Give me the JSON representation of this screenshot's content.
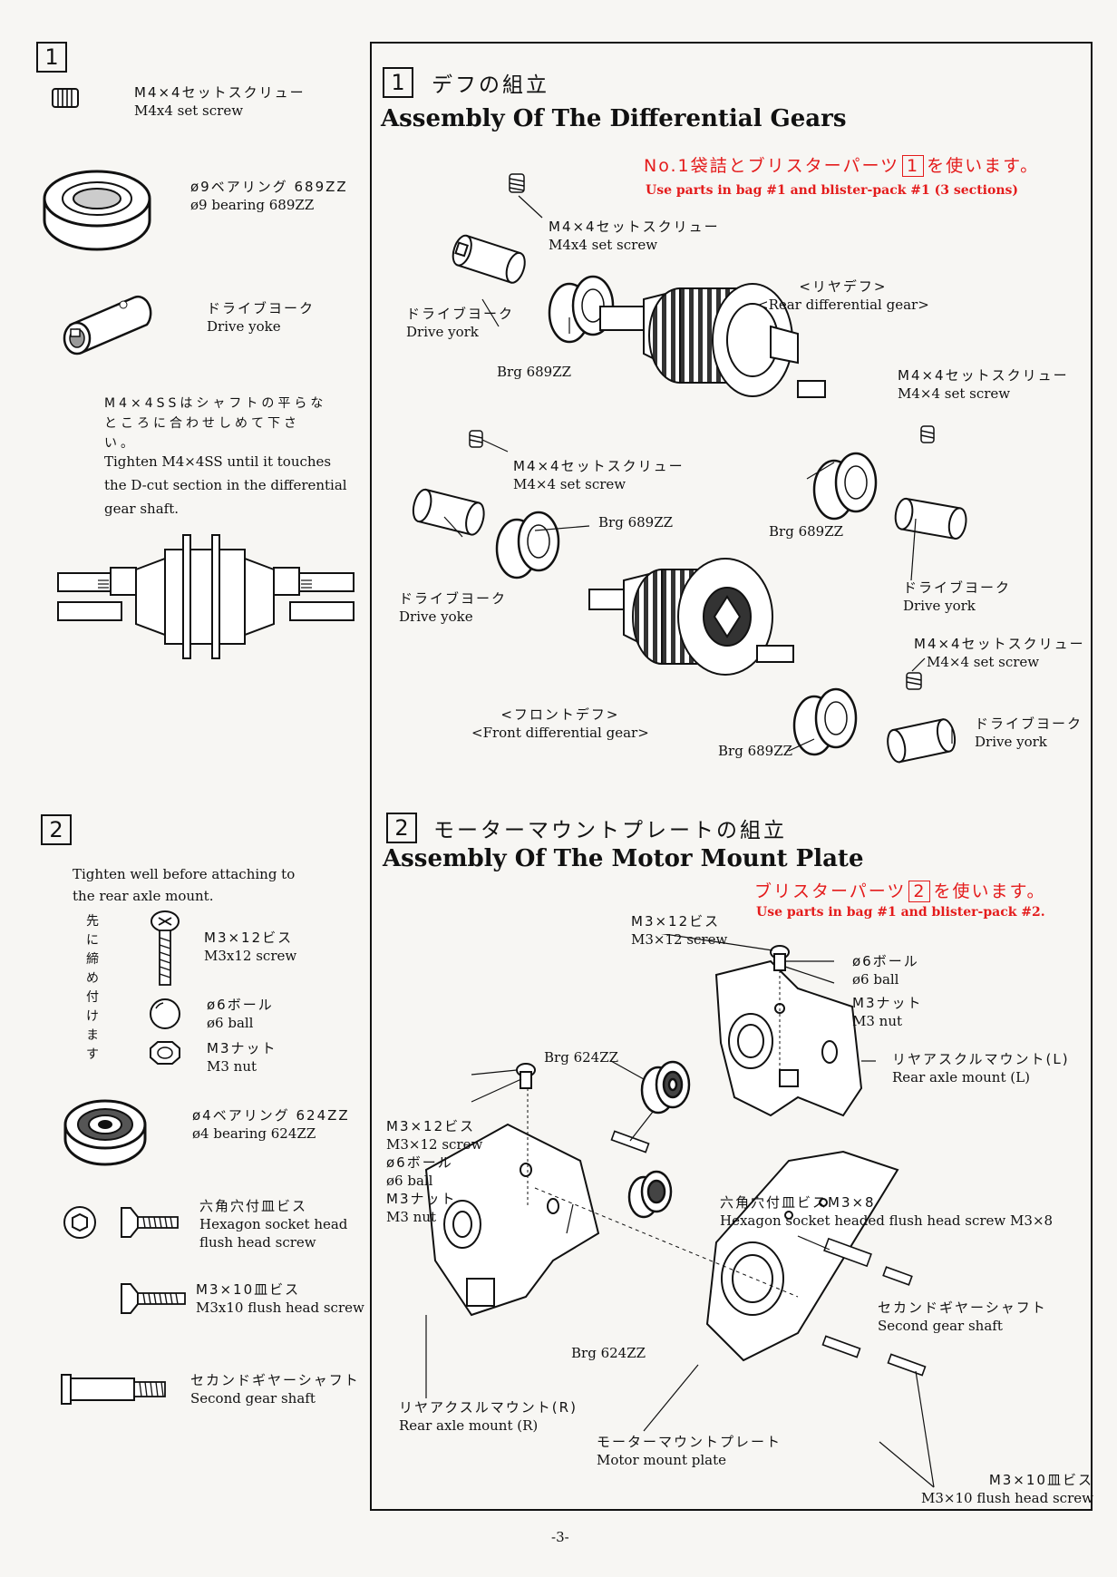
{
  "left_col": {
    "s1_num": "1",
    "set_screw_jp": "M4×4セットスクリュー",
    "set_screw_en": "M4x4 set screw",
    "bearing_jp": "ø9ベアリング 689ZZ",
    "bearing_en": "ø9 bearing 689ZZ",
    "yoke_jp": "ドライブヨーク",
    "yoke_en": "Drive yoke",
    "note_jp": "M4×4SSはシャフトの平らなところに合わせしめて下さい。",
    "note_en": "Tighten M4×4SS until it touches the D-cut section in the differential gear shaft.",
    "s2_num": "2",
    "tighten_note": "Tighten well before attaching to the rear axle mount.",
    "vertical_jp": [
      "先",
      "に",
      "締",
      "め",
      "付",
      "け",
      "ま",
      "す"
    ],
    "m3x12_jp": "M3×12ビス",
    "m3x12_en": "M3x12 screw",
    "ball_jp": "ø6ボール",
    "ball_en": "ø6 ball",
    "nut_jp": "M3ナット",
    "nut_en": "M3 nut",
    "bearing4_jp": "ø4ベアリング 624ZZ",
    "bearing4_en": "ø4 bearing 624ZZ",
    "hex_jp": "六角穴付皿ビス",
    "hex_en1": "Hexagon socket head",
    "hex_en2": "flush head screw",
    "m3x10_jp": "M3×10皿ビス",
    "m3x10_en": "M3x10 flush head screw",
    "shaft_jp": "セカンドギヤーシャフト",
    "shaft_en": "Second gear shaft"
  },
  "sec1": {
    "num": "1",
    "title_jp": "デフの組立",
    "title_en": "Assembly Of The Differential Gears",
    "red_jp_a": "No.1袋詰とブリスターパーツ",
    "red_jp_box": "1",
    "red_jp_b": "を使います。",
    "red_en": "Use parts in bag #1 and blister-pack #1 (3 sections)",
    "ss_jp": "M4×4セットスクリュー",
    "ss_en1": "M4x4 set screw",
    "ss_en2": "M4×4 set screw",
    "rear_jp": "<リヤデフ>",
    "rear_en": "<Rear differential gear>",
    "york_jp": "ドライブヨーク",
    "york_en": "Drive york",
    "yoke_en": "Drive yoke",
    "brg": "Brg 689ZZ",
    "front_jp": "<フロントデフ>",
    "front_en": "<Front differential gear>"
  },
  "sec2": {
    "num": "2",
    "title_jp": "モーターマウントプレートの組立",
    "title_en": "Assembly Of The Motor Mount Plate",
    "red_jp_a": "ブリスターパーツ",
    "red_jp_box": "2",
    "red_jp_b": "を使います。",
    "red_en": "Use parts in bag #1 and blister-pack #2.",
    "m3x12_jp": "M3×12ビス",
    "m3x12_en": "M3×12 screw",
    "ball_jp": "ø6ボール",
    "ball_en": "ø6 ball",
    "nut_jp": "M3ナット",
    "nut_en": "M3 nut",
    "brg": "Brg 624ZZ",
    "rearL_jp": "リヤアスクルマウント(L)",
    "rearL_en": "Rear axle mount (L)",
    "hex_jp": "六角穴付皿ビスM3×8",
    "hex_en": "Hexagon socket headed  flush head screw M3×8",
    "shaft_jp": "セカンドギヤーシャフト",
    "shaft_en": "Second gear shaft",
    "rearR_jp": "リヤアクスルマウント(R)",
    "rearR_en": "Rear axle mount (R)",
    "motor_jp": "モーターマウントプレート",
    "motor_en": "Motor mount plate",
    "m3x10_jp": "M3×10皿ビス",
    "m3x10_en": "M3×10 flush head screw"
  },
  "page_number": "-3-"
}
